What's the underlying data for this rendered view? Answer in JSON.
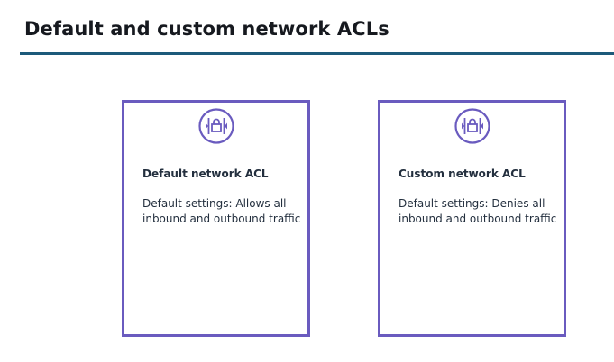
{
  "page": {
    "title": "Default and custom network ACLs"
  },
  "colors": {
    "accent_rule": "#1d5a7a",
    "card_border": "#6a5bbf",
    "text": "#16191f"
  },
  "cards": [
    {
      "icon": "network-acl-icon",
      "title": "Default network ACL",
      "description": "Default settings: Allows all inbound and outbound traffic"
    },
    {
      "icon": "network-acl-icon",
      "title": "Custom network ACL",
      "description": "Default settings: Denies all inbound and outbound traffic"
    }
  ]
}
